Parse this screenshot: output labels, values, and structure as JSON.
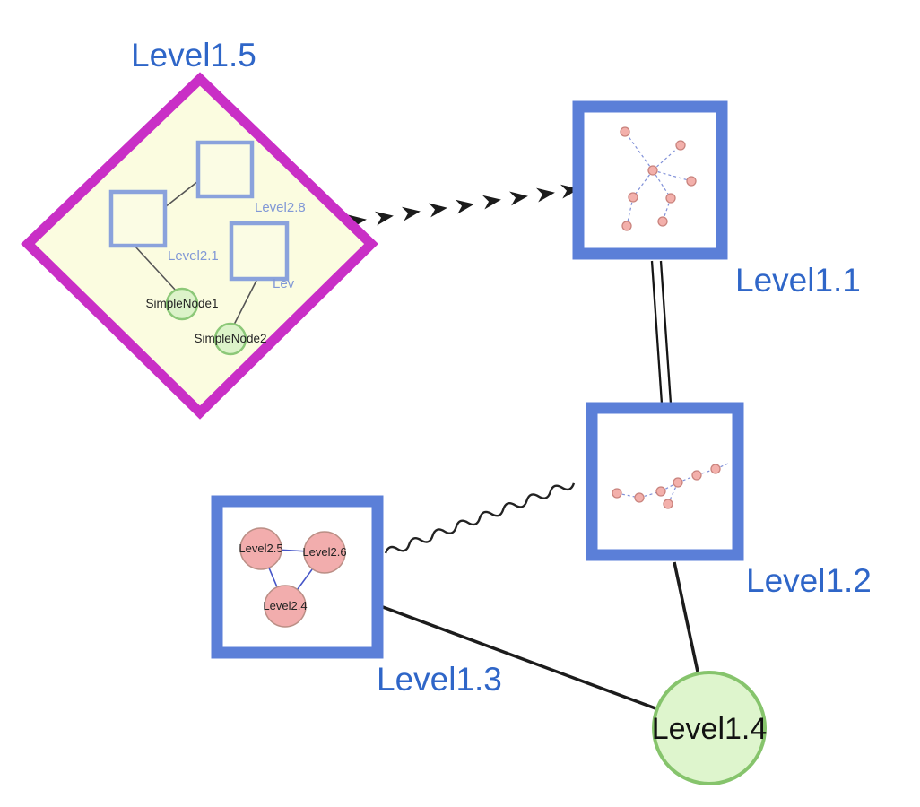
{
  "diagram": {
    "top_nodes": {
      "level1_5": {
        "label": "Level1.5",
        "shape": "diamond-group"
      },
      "level1_1": {
        "label": "Level1.1",
        "shape": "square-group"
      },
      "level1_2": {
        "label": "Level1.2",
        "shape": "square-group"
      },
      "level1_3": {
        "label": "Level1.3",
        "shape": "square-group"
      },
      "level1_4": {
        "label": "Level1.4",
        "shape": "circle-node"
      }
    },
    "level1_5_contents": {
      "group_level2_8": {
        "label": "Level2.8"
      },
      "group_level2_1": {
        "label": "Level2.1"
      },
      "group_truncated": {
        "label": "Lev"
      },
      "simple_node1": {
        "label": "SimpleNode1"
      },
      "simple_node2": {
        "label": "SimpleNode2"
      }
    },
    "level1_3_contents": {
      "level2_5": {
        "label": "Level2.5"
      },
      "level2_6": {
        "label": "Level2.6"
      },
      "level2_4": {
        "label": "Level2.4"
      }
    },
    "edges": [
      {
        "from": "Level1.5",
        "to": "Level1.1",
        "style": "dashed-arrowheads"
      },
      {
        "from": "Level1.1",
        "to": "Level1.2",
        "style": "double-line"
      },
      {
        "from": "Level1.3",
        "to": "Level1.2",
        "style": "wavy"
      },
      {
        "from": "Level1.3",
        "to": "Level1.4",
        "style": "solid"
      },
      {
        "from": "Level1.2",
        "to": "Level1.4",
        "style": "solid"
      }
    ],
    "colors": {
      "group_node_border": "#5b7fd8",
      "diamond_border": "#c92fc6",
      "diamond_fill": "#fbfce0",
      "inner_group_border": "#8aa2dc",
      "label_blue": "#2f66c8",
      "simple_node_green_fill": "#dcf3c9",
      "simple_node_green_border": "#8cc878",
      "leaf_node_pink_fill": "#f3b0ab",
      "leaf_node_pink_border": "#c9837d",
      "inner_edge_blue": "#4656c8",
      "edge_black": "#1c1c1c"
    }
  }
}
